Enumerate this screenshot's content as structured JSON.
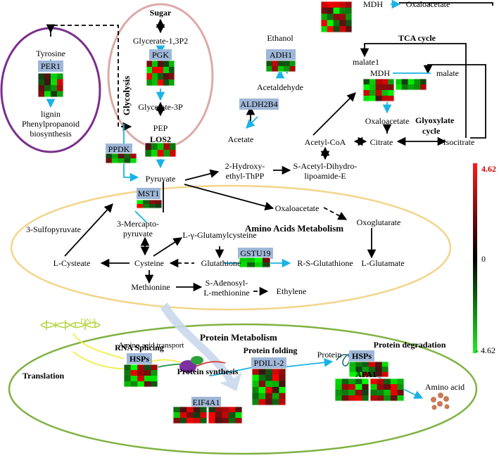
{
  "colors": {
    "arrow_black": "#000000",
    "arrow_cyan": "#1ab3e6",
    "gene_label_bg": "#9fb7d8",
    "glycolysis_circle": "#dbaaa8",
    "phenyl_circle": "#7a2f8c",
    "amino_ellipse": "#f3d58a",
    "protein_ellipse": "#7fb241",
    "heat_high": "#ff1a1a",
    "heat_mid": "#000000",
    "heat_low": "#22ee22",
    "dna": "#b7d94a",
    "transport_arrow": "#c9d8ec",
    "amino_acid_dots": "#c97a55"
  },
  "legend": {
    "max": "4.62",
    "mid": "0",
    "min": "- 4.62"
  },
  "regions": {
    "glycolysis": "Glycolysis",
    "tca": "TCA cycle",
    "glyoxylate": "Glyoxylate\ncycle",
    "amino_acids": "Amino Acids Metabolism",
    "protein": "Protein Metabolism",
    "amino_transport": "Amino acid transport"
  },
  "metabolites": {
    "sugar": "Sugar",
    "glycerate13": "Glycerate-1,3P2",
    "glycerate3p": "Glycerate-3P",
    "pep": "PEP",
    "pyruvate": "Pyruvate",
    "tyrosine": "Tyrosine",
    "lignin": "lignin",
    "phenylpropanoid": "Phenylpropanoid",
    "biosynthesis": "biosynthesis",
    "ethanol": "Ethanol",
    "acetaldehyde": "Acetaldehyde",
    "acetate": "Acetate",
    "acetylcoa": "Acetyl-CoA",
    "hydroxy1": "2-Hydroxy-",
    "hydroxy2": "ethyl-ThPP",
    "sacetyl1": "S-Acetyl-Dihydro-",
    "sacetyl2": "lipoamide-E",
    "mdh1": "MDH",
    "oxaloacetate_top": "Oxaloacetate",
    "malate1": "malate1",
    "mdh2": "MDH",
    "malate": "malate",
    "oxaloacetate_mid": "Oxaloacetate",
    "citrate": "Citrate",
    "isocitrate": "Isocitrate",
    "oxaloacetate_amino": "Oxaloacetate",
    "oxoglutarate": "Oxoglutarate",
    "sulfopyruvate": "3-Sulfopyruvate",
    "mercapto1": "3-Mercapto-",
    "mercapto2": "pyruvate",
    "glutamylcysteine": "L-γ-Glutamylcysteine",
    "lcysteate": "L-Cysteate",
    "cysteine": "Cysteine",
    "glutathione": "Glutathione",
    "rsglutathione": "R-S-Glutathione",
    "lglutamate": "L-Glutamate",
    "methionine": "Methionine",
    "sadenosyl1": "S-Adenosyl-",
    "sadenosyl2": "L-methionine",
    "ethylene": "Ethylene",
    "dna": "DNA",
    "translation": "Translation",
    "rna_splicing": "RNA Splicing",
    "protein_synthesis": "Protein synthesis",
    "protein_folding": "Protein folding",
    "protein": "Protein",
    "protein_degradation": "Protein degradation",
    "amino_acid": "Amino acid"
  },
  "genes": {
    "per1": "PER1",
    "pgk": "PGK",
    "los2": "LOS2",
    "ppdk": "PPDK",
    "mst1": "MST1",
    "adh1": "ADH1",
    "aldh2b4": "ALDH2B4",
    "gstu19": "GSTU19",
    "hsps_splice": "HSPs",
    "eif4a1": "EIF4A1",
    "pdil12": "PDIL1-2",
    "hsps_deg": "HSPs",
    "apa1": "APA1"
  }
}
